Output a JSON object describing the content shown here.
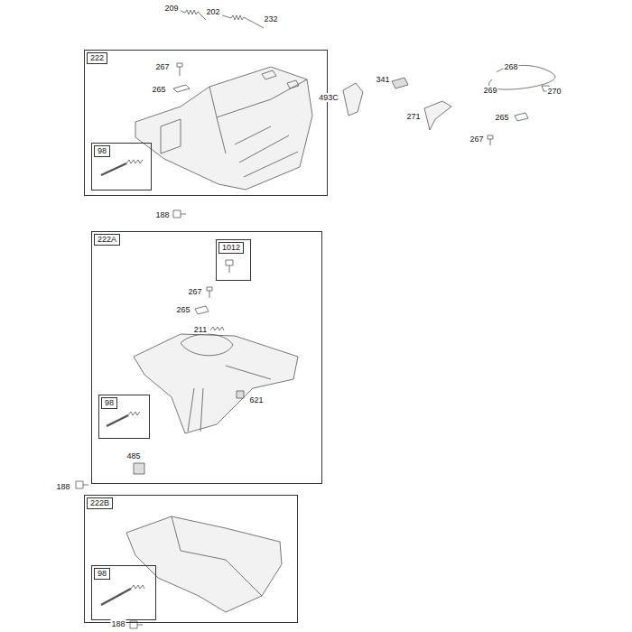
{
  "diagram": {
    "nodes": [
      {
        "text": [
          "222"
        ]
      },
      {
        "text": [
          "98"
        ],
        "in": 0
      },
      {
        "text": [
          "222A"
        ]
      },
      {
        "text": [
          "1012"
        ],
        "in": 2
      },
      {
        "text": [
          "98"
        ],
        "in": 2
      },
      {
        "text": [
          "222B"
        ]
      },
      {
        "text": [
          "98"
        ],
        "in": 5
      }
    ],
    "labels": [
      "209",
      "202",
      "232",
      "267",
      "265",
      "493C",
      "341",
      "268",
      "269",
      "270",
      "271",
      "265",
      "267",
      "188",
      "267",
      "265",
      "211",
      "621",
      "485",
      "188",
      "188"
    ]
  }
}
